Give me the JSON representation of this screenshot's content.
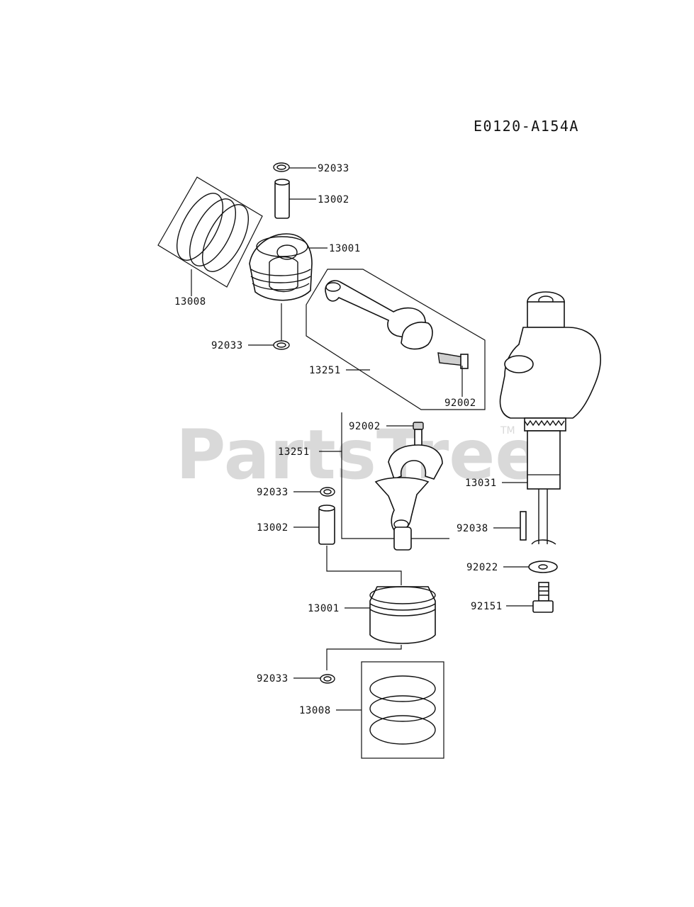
{
  "diagram_code": "E0120-A154A",
  "watermark": {
    "text": "PartsTree",
    "tm": "TM"
  },
  "callouts": {
    "c1": "92033",
    "c2": "13002",
    "c3": "13001",
    "c4": "13008",
    "c5": "92033",
    "c6": "13251",
    "c7": "92002",
    "c8": "92002",
    "c9": "13251",
    "c10": "92033",
    "c11": "13002",
    "c12": "13031",
    "c13": "92038",
    "c14": "92022",
    "c15": "13001",
    "c16": "92151",
    "c17": "92033",
    "c18": "13008"
  }
}
